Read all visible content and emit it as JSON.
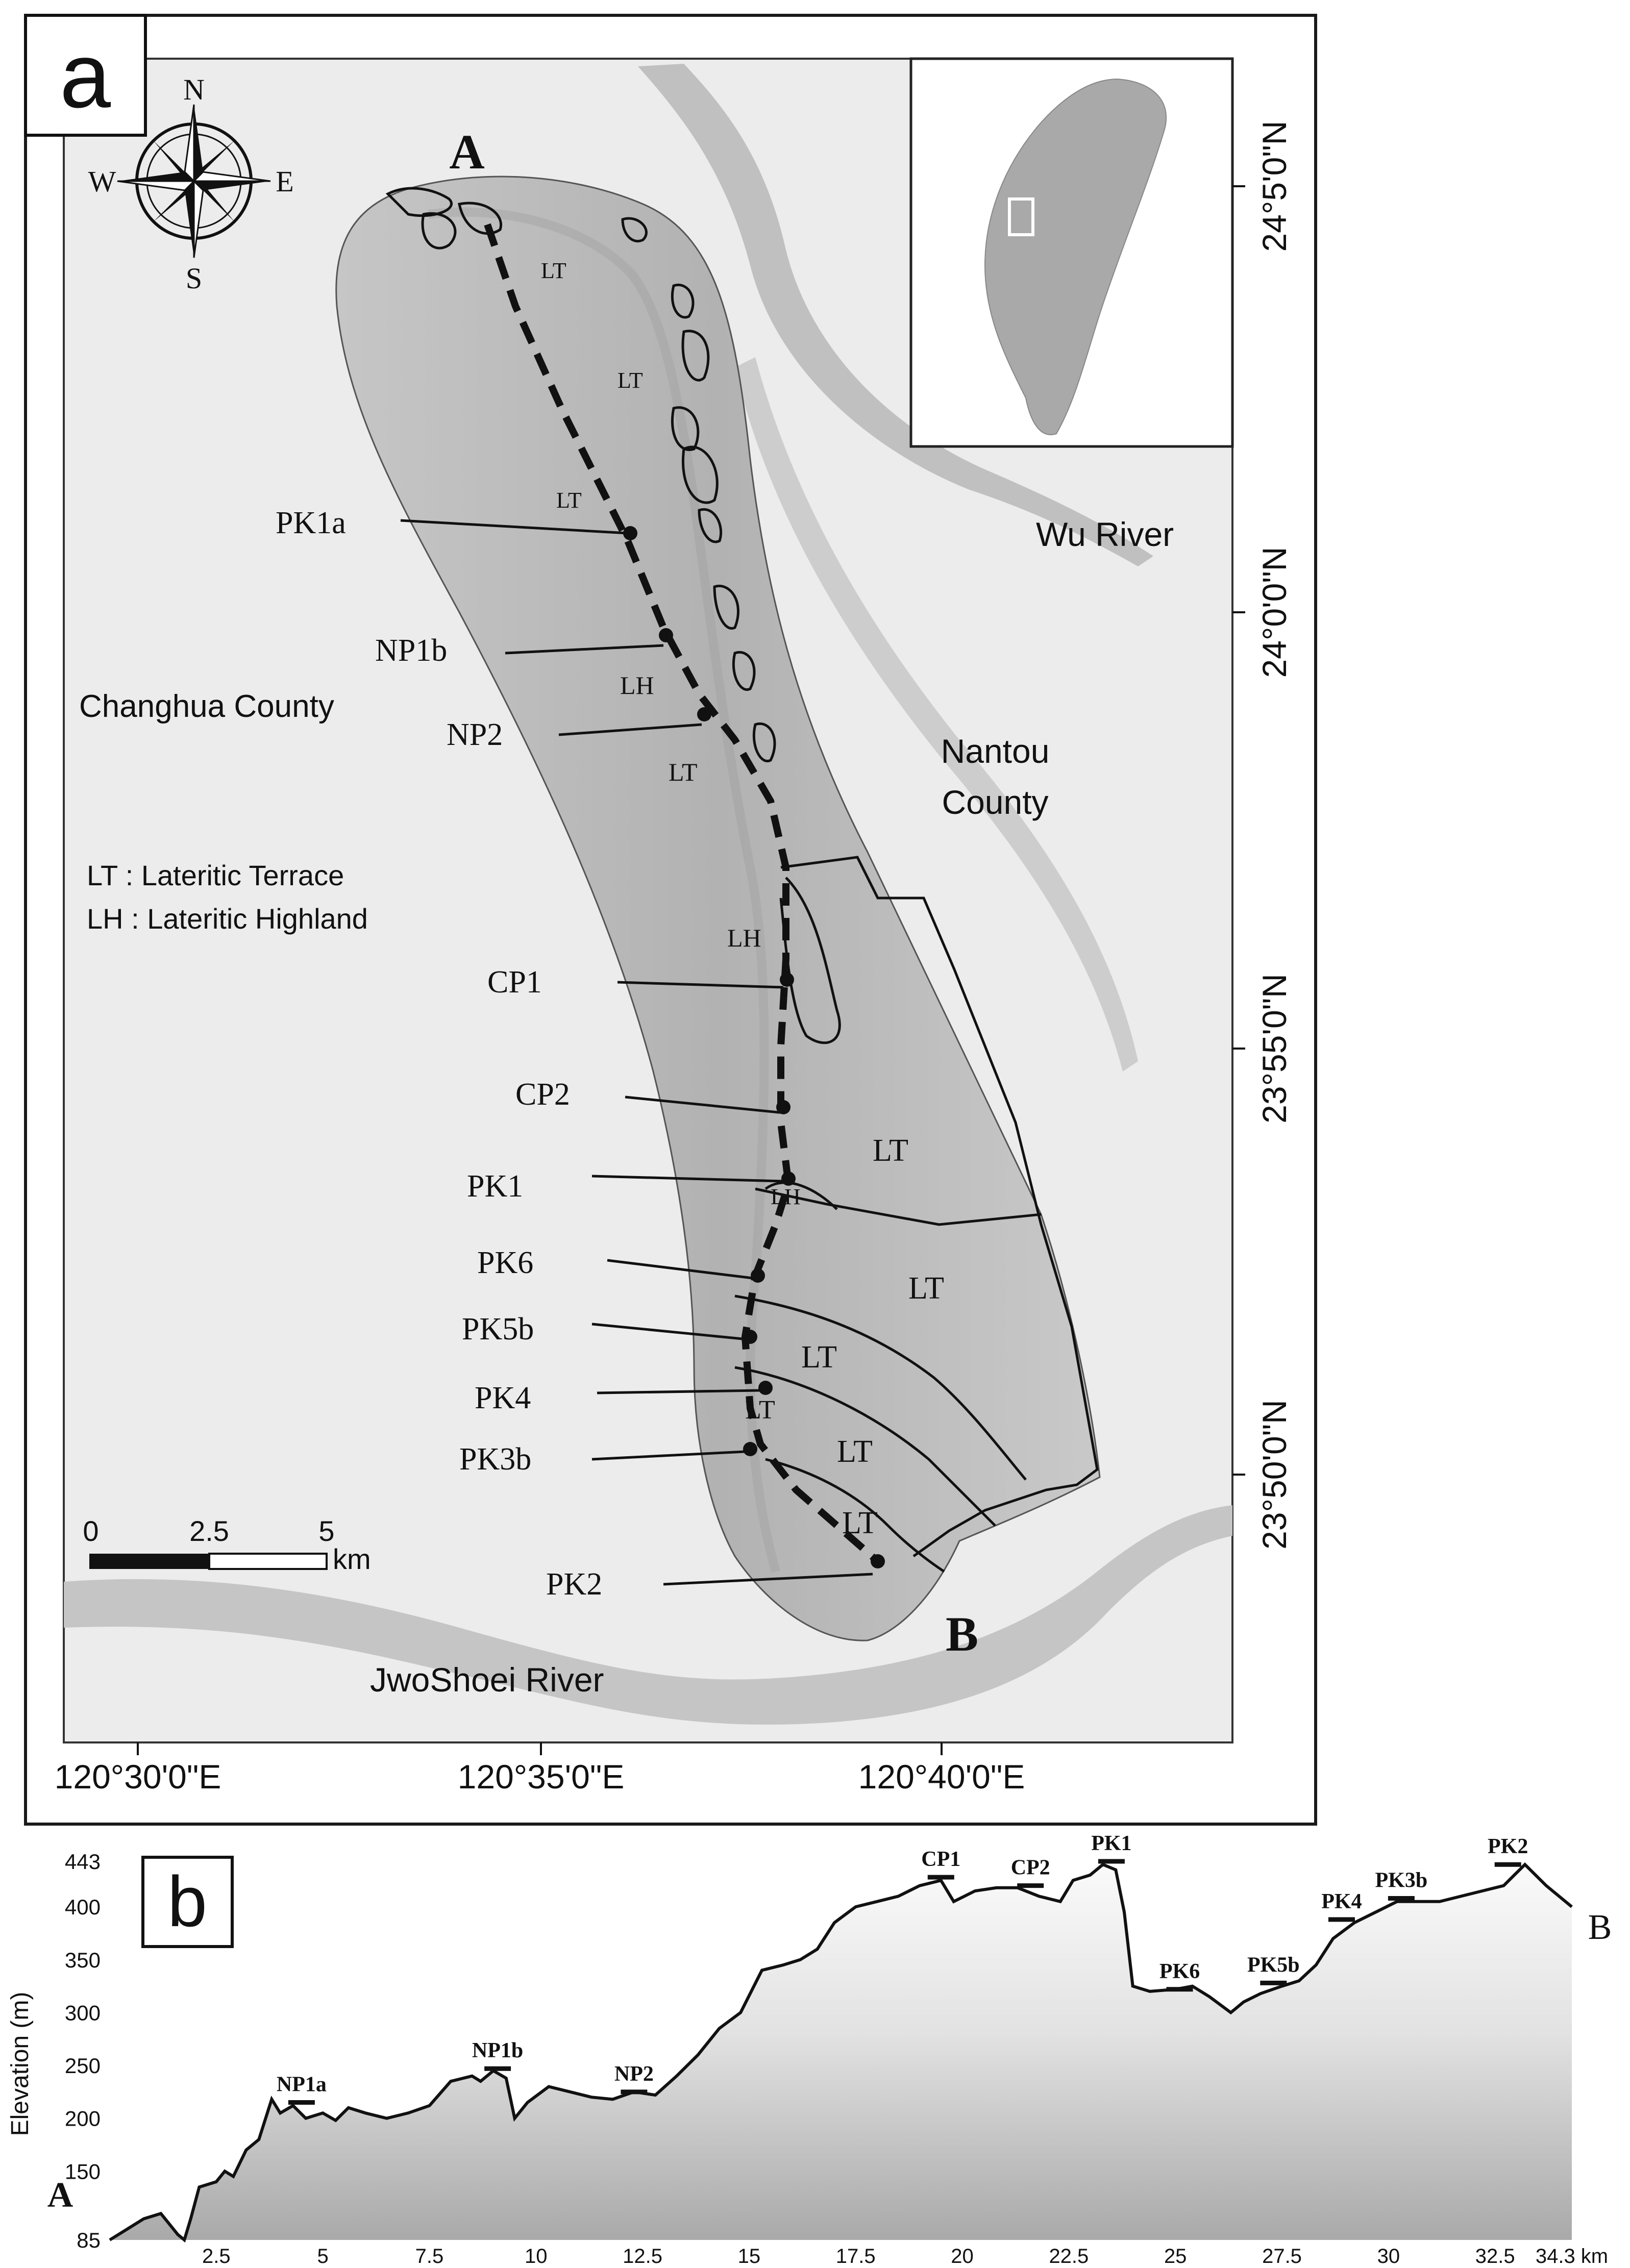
{
  "panel_a": {
    "letter": "a",
    "compass": {
      "n": "N",
      "s": "S",
      "e": "E",
      "w": "W"
    },
    "profile_start": "A",
    "profile_end": "B",
    "regions": {
      "changhua": "Changhua County",
      "nantou_1": "Nantou",
      "nantou_2": "County"
    },
    "rivers": {
      "wu": "Wu River",
      "jwoshoei": "JwoShoei River"
    },
    "legend": {
      "lt": "LT : Lateritic Terrace",
      "lh": "LH : Lateritic Highland"
    },
    "site_labels": [
      "PK1a",
      "NP1b",
      "NP2",
      "CP1",
      "CP2",
      "PK1",
      "PK6",
      "PK5b",
      "PK4",
      "PK3b",
      "PK2"
    ],
    "terrain_labels": [
      "LT",
      "LT",
      "LT",
      "LH",
      "LT",
      "LH",
      "LT",
      "LH",
      "LT",
      "LT",
      "LT",
      "LT",
      "LT"
    ],
    "lat_ticks": [
      "24°5'0\"N",
      "24°0'0\"N",
      "23°55'0\"N",
      "23°50'0\"N"
    ],
    "lon_ticks": [
      "120°30'0\"E",
      "120°35'0\"E",
      "120°40'0\"E"
    ],
    "scalebar": {
      "ticks": [
        "0",
        "2.5",
        "5"
      ],
      "unit": "km"
    }
  },
  "panel_b": {
    "letter": "b",
    "start_label": "A",
    "end_label": "B",
    "chart_data": {
      "type": "area",
      "ylabel": "Elevation (m)",
      "ylim": [
        85,
        443
      ],
      "xlim": [
        0,
        34.3
      ],
      "y_ticks": [
        "85",
        "150",
        "200",
        "250",
        "300",
        "350",
        "400",
        "443"
      ],
      "x_ticks": [
        "2.5",
        "5",
        "7.5",
        "10",
        "12.5",
        "15",
        "17.5",
        "20",
        "22.5",
        "25",
        "27.5",
        "30",
        "32.5",
        "34.3 km"
      ],
      "x": [
        0,
        0.4,
        0.8,
        1.2,
        1.6,
        1.75,
        1.9,
        2.1,
        2.5,
        2.7,
        2.9,
        3.2,
        3.5,
        3.8,
        4.0,
        4.3,
        4.6,
        5.0,
        5.3,
        5.6,
        6.0,
        6.5,
        7.0,
        7.5,
        8.0,
        8.5,
        8.7,
        9.0,
        9.3,
        9.5,
        9.8,
        10.3,
        10.8,
        11.3,
        11.8,
        12.3,
        12.8,
        13.3,
        13.8,
        14.3,
        14.8,
        15.3,
        15.8,
        16.2,
        16.6,
        17.0,
        17.5,
        18.0,
        18.5,
        19.0,
        19.5,
        19.8,
        20.3,
        20.8,
        21.3,
        21.8,
        22.3,
        22.6,
        23.0,
        23.3,
        23.6,
        23.8,
        24.0,
        24.4,
        25.0,
        25.4,
        25.8,
        26.3,
        26.6,
        27.0,
        27.5,
        27.9,
        28.3,
        28.7,
        29.2,
        29.7,
        30.2,
        30.7,
        31.2,
        31.7,
        32.2,
        32.7,
        33.2,
        33.7,
        34.3
      ],
      "values": [
        85,
        95,
        105,
        110,
        90,
        85,
        105,
        135,
        140,
        150,
        145,
        170,
        180,
        218,
        205,
        212,
        200,
        205,
        198,
        210,
        205,
        200,
        205,
        212,
        235,
        240,
        235,
        245,
        238,
        200,
        215,
        230,
        225,
        220,
        218,
        225,
        222,
        240,
        260,
        285,
        300,
        340,
        345,
        350,
        360,
        385,
        400,
        405,
        410,
        420,
        425,
        405,
        415,
        418,
        418,
        410,
        405,
        425,
        430,
        440,
        435,
        395,
        325,
        320,
        322,
        325,
        315,
        300,
        310,
        318,
        325,
        330,
        345,
        370,
        385,
        395,
        405,
        405,
        405,
        410,
        415,
        420,
        440,
        420,
        400
      ]
    },
    "site_markers": [
      {
        "label": "NP1a",
        "x": 4.5,
        "y": 215
      },
      {
        "label": "NP1b",
        "x": 9.1,
        "y": 247
      },
      {
        "label": "NP2",
        "x": 12.3,
        "y": 225
      },
      {
        "label": "CP1",
        "x": 19.5,
        "y": 428
      },
      {
        "label": "CP2",
        "x": 21.6,
        "y": 420
      },
      {
        "label": "PK1",
        "x": 23.5,
        "y": 443
      },
      {
        "label": "PK6",
        "x": 25.1,
        "y": 322
      },
      {
        "label": "PK5b",
        "x": 27.3,
        "y": 328
      },
      {
        "label": "PK4",
        "x": 28.9,
        "y": 388
      },
      {
        "label": "PK3b",
        "x": 30.3,
        "y": 408
      },
      {
        "label": "PK2",
        "x": 32.8,
        "y": 440
      }
    ]
  }
}
